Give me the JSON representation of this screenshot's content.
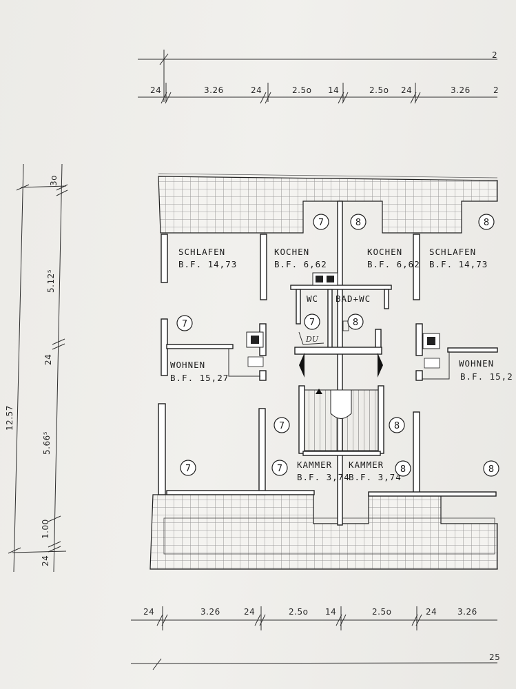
{
  "dimensions": {
    "top_row": [
      "24",
      "3.26",
      "24",
      "2.5o",
      "14",
      "2.5o",
      "24",
      "3.26",
      "2"
    ],
    "top_edge": "2",
    "bottom_row": [
      "24",
      "3.26",
      "24",
      "2.5o",
      "14",
      "2.5o",
      "24",
      "3.26"
    ],
    "bottom_total": "25",
    "left_total": "12.57",
    "left_segments": [
      "3o",
      "5.12⁵",
      "24",
      "5.66⁵",
      "1.00",
      "24"
    ]
  },
  "rooms": [
    {
      "name": "SCHLAFEN",
      "area": "B.F. 14,73"
    },
    {
      "name": "KOCHEN",
      "area": "B.F. 6,62"
    },
    {
      "name": "KOCHEN",
      "area": "B.F. 6,62"
    },
    {
      "name": "SCHLAFEN",
      "area": "B.F. 14,73"
    },
    {
      "name": "WC",
      "area": ""
    },
    {
      "name": "BAD+WC",
      "area": ""
    },
    {
      "name": "WOHNEN",
      "area": "B.F. 15,27"
    },
    {
      "name": "WOHNEN",
      "area": "B.F. 15,2"
    },
    {
      "name": "KAMMER",
      "area": "B.F. 3,74"
    },
    {
      "name": "KAMMER",
      "area": "B.F. 3,74"
    }
  ],
  "markers": [
    "7",
    "8",
    "8",
    "7",
    "7",
    "8",
    "7",
    "8",
    "7",
    "7",
    "8",
    "8"
  ],
  "handwritten_note": "DU"
}
